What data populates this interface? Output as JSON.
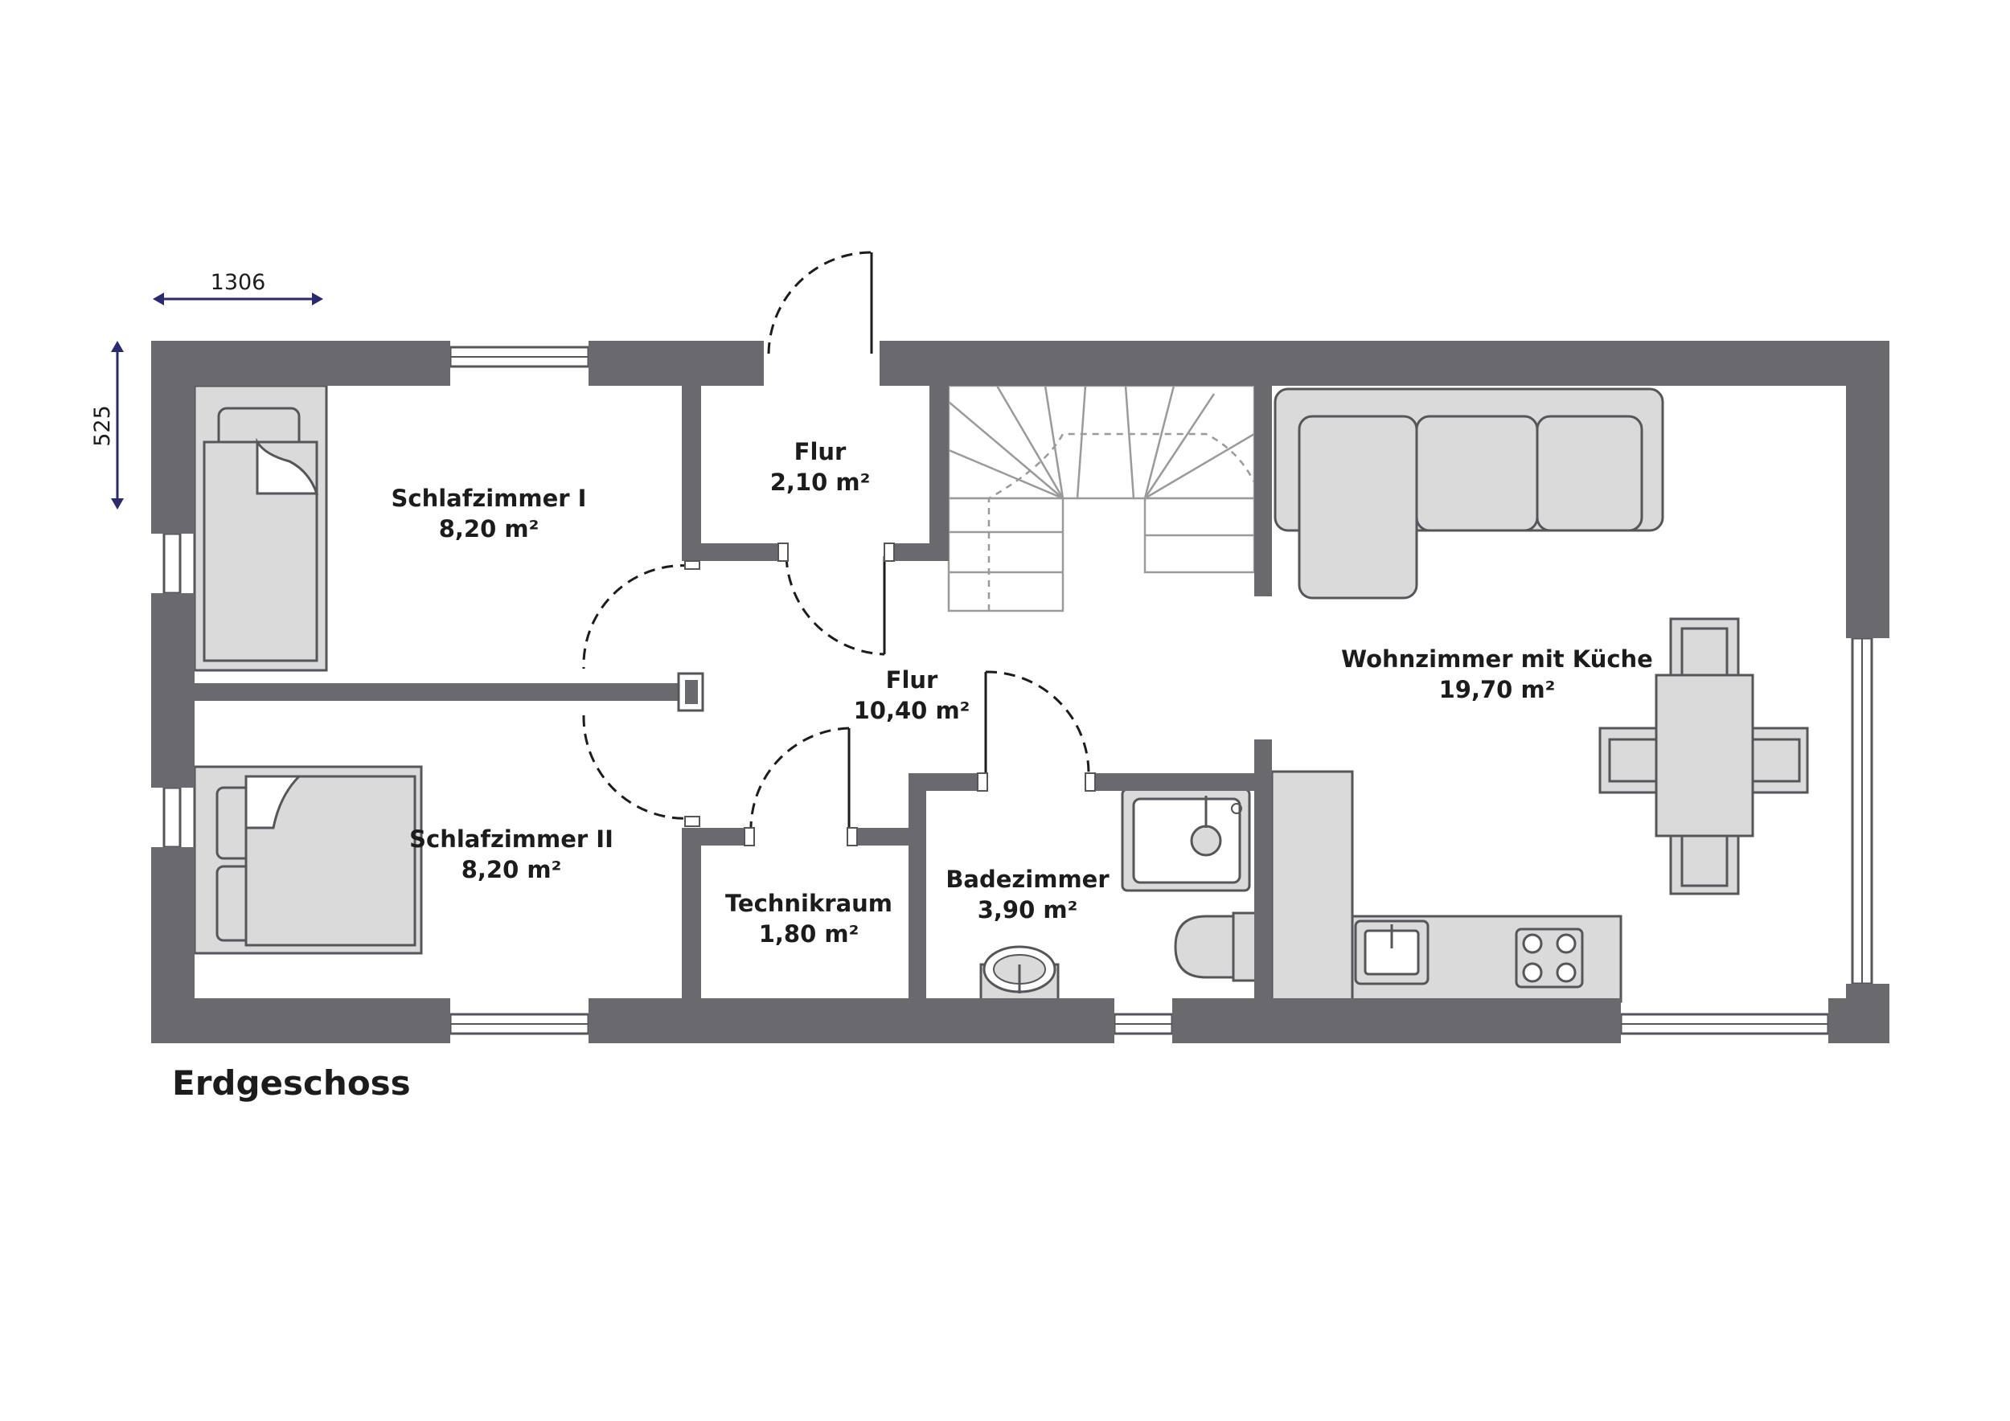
{
  "title": "Erdgeschoss",
  "dimensions": {
    "width_label": "1306",
    "depth_label": "525"
  },
  "rooms": [
    {
      "id": "schlafzimmer-1",
      "name": "Schlafzimmer I",
      "area": "8,20 m²"
    },
    {
      "id": "flur-oben",
      "name": "Flur",
      "area": "2,10 m²"
    },
    {
      "id": "flur-mitte",
      "name": "Flur",
      "area": "10,40 m²"
    },
    {
      "id": "schlafzimmer-2",
      "name": "Schlafzimmer II",
      "area": "8,20 m²"
    },
    {
      "id": "technikraum",
      "name": "Technikraum",
      "area": "1,80 m²"
    },
    {
      "id": "badezimmer",
      "name": "Badezimmer",
      "area": "3,90 m²"
    },
    {
      "id": "wohnzimmer",
      "name": "Wohnzimmer mit Küche",
      "area": "19,70 m²"
    }
  ],
  "colors": {
    "wall": "#6a6a6e",
    "furniture": "#dadada",
    "dimension": "#2c2a6e"
  }
}
